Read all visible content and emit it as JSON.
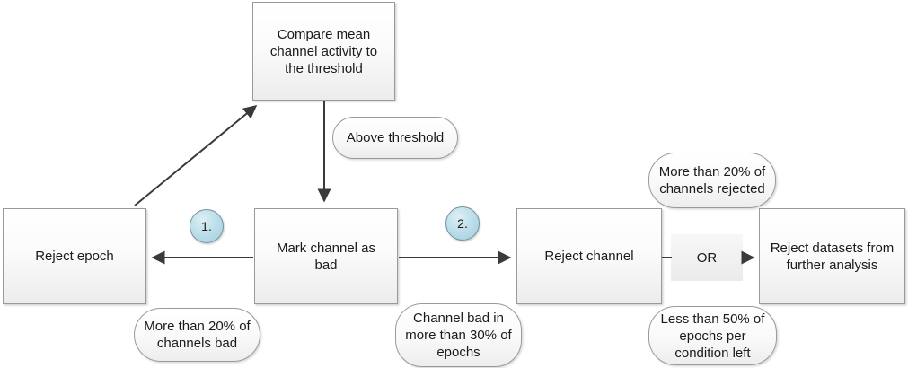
{
  "colors": {
    "node_border": "#9a9a9a",
    "pill_border": "#9a9a9a",
    "arrow_color": "#3a3a3a",
    "circle_fill": "#b8dce8",
    "circle_border": "#74909e",
    "text_color": "#1a1a1a"
  },
  "nodes": {
    "compare": "Compare mean channel activity to the threshold",
    "reject_epoch": "Reject epoch",
    "mark_channel": "Mark channel as bad",
    "reject_channel": "Reject channel",
    "or": "OR",
    "reject_datasets": "Reject datasets from further analysis"
  },
  "callouts": {
    "above_threshold": "Above threshold",
    "channels_bad": "More than 20% of channels bad",
    "channel_bad_epochs": "Channel bad in more than 30% of epochs",
    "channels_rejected": "More than 20% of channels rejected",
    "epochs_left": "Less than 50% of epochs per condition left"
  },
  "steps": {
    "one": "1.",
    "two": "2."
  }
}
